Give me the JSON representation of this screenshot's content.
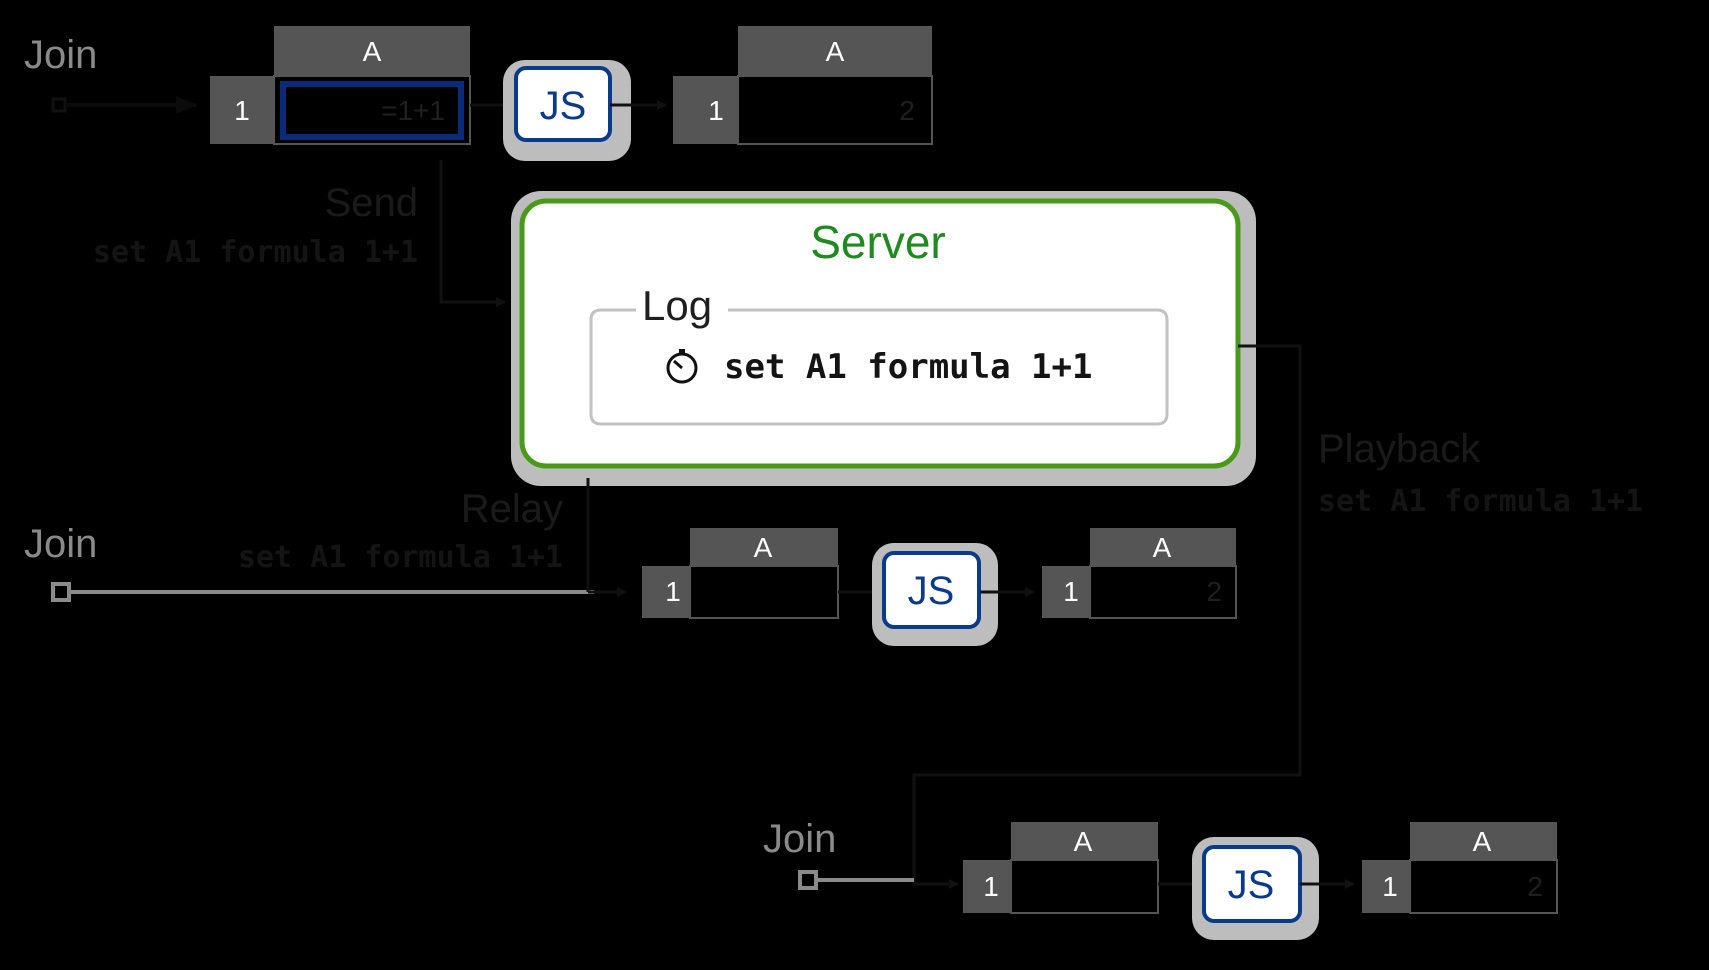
{
  "colors": {
    "background": "#000000",
    "server_border": "#4a9a1a",
    "server_title": "#1f8a1f",
    "cell_header": "#555555",
    "js_text": "#0a3a8c",
    "selection": "#0a2a7a"
  },
  "labels": {
    "join": "Join",
    "send": "Send",
    "relay": "Relay",
    "playback": "Playback",
    "command": "set A1 formula 1+1"
  },
  "server": {
    "title": "Server",
    "log_title": "Log",
    "log_entry": "set A1 formula 1+1",
    "log_icon": "stopwatch-icon"
  },
  "grid": {
    "column": "A",
    "row": "1",
    "formula": "=1+1",
    "result": "2"
  },
  "js": {
    "label": "JS"
  }
}
